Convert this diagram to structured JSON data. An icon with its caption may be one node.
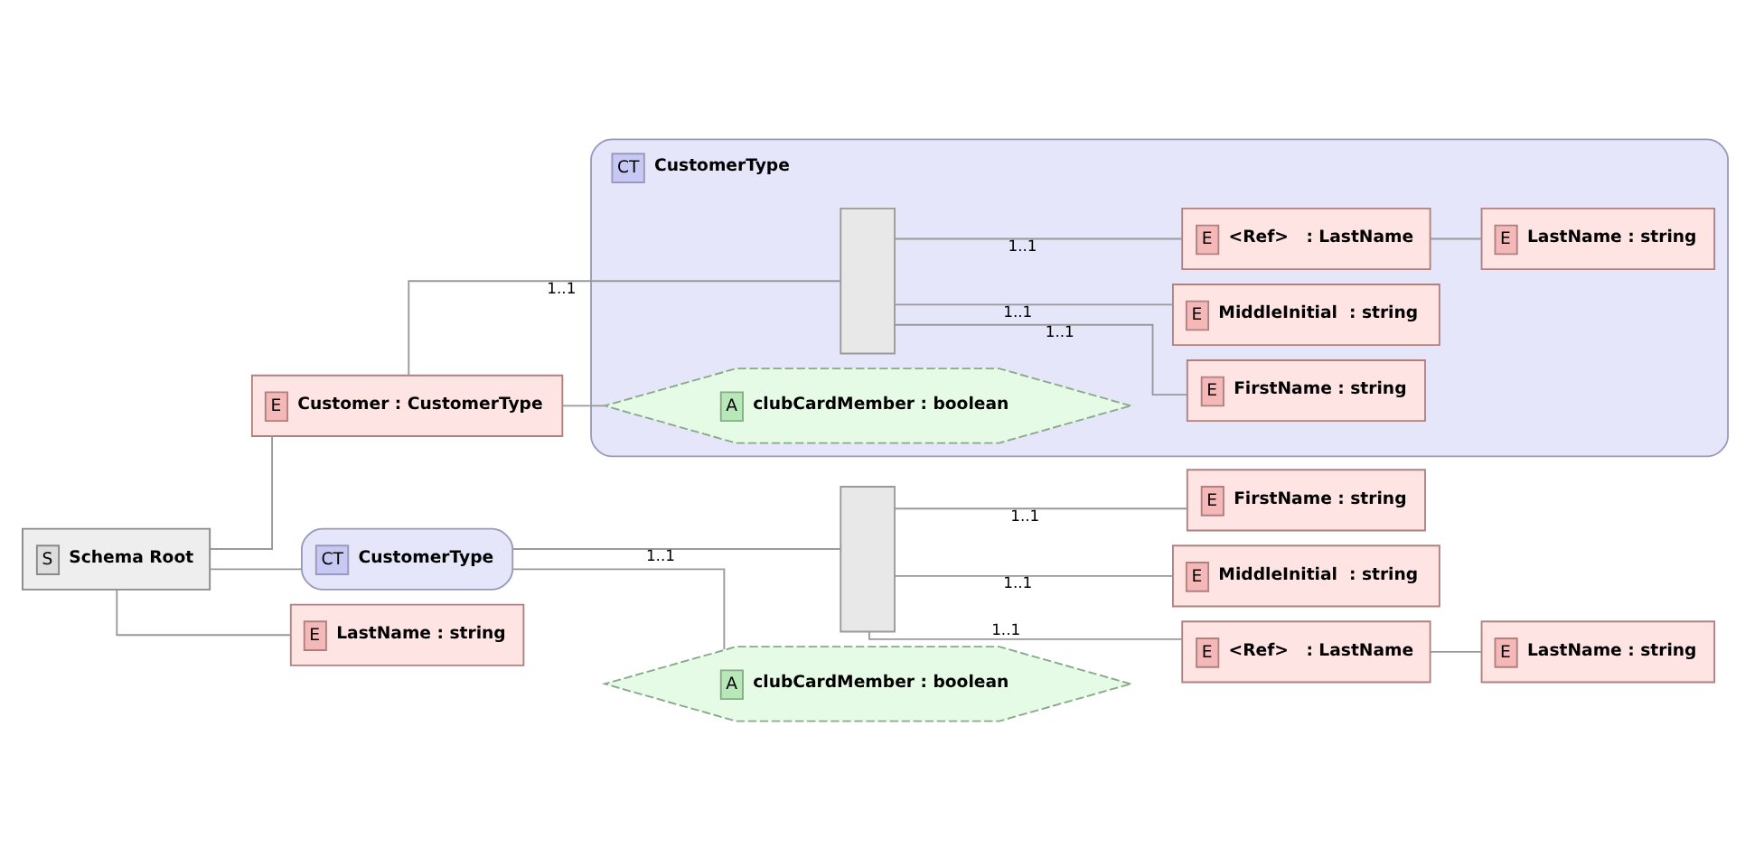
{
  "diagram": {
    "nodes": [
      {
        "text": [
          "S",
          "Schema Root"
        ]
      },
      {
        "text": [
          "E",
          "Customer : CustomerType"
        ]
      },
      {
        "text": [
          "CT",
          "CustomerType"
        ]
      },
      {
        "text": [],
        "shape": "box",
        "in": 2
      },
      {
        "text": [
          "E",
          "FirstName : string"
        ],
        "in": 2
      },
      {
        "text": [
          "E",
          "MiddleInitial  : string"
        ],
        "in": 2
      },
      {
        "text": [
          "E",
          "<Ref>   : LastName"
        ],
        "in": 2
      },
      {
        "text": [
          "E",
          "LastName : string"
        ],
        "in": 2
      },
      {
        "text": [
          "A",
          "clubCardMember : boolean"
        ],
        "in": 2
      },
      {
        "text": [
          "CT",
          "CustomerType"
        ]
      },
      {
        "text": [],
        "shape": "box"
      },
      {
        "text": [
          "E",
          "FirstName : string"
        ]
      },
      {
        "text": [
          "E",
          "MiddleInitial  : string"
        ]
      },
      {
        "text": [
          "E",
          "<Ref>   : LastName"
        ]
      },
      {
        "text": [
          "E",
          "LastName : string"
        ]
      },
      {
        "text": [
          "A",
          "clubCardMember : boolean"
        ]
      },
      {
        "text": [
          "E",
          "LastName : string"
        ]
      }
    ],
    "edges": [
      {
        "from": 0,
        "to": 1,
        "arrow": "none"
      },
      {
        "from": 1,
        "to": 3,
        "arrow": "none",
        "label": "1..1"
      },
      {
        "from": 3,
        "to": 4,
        "arrow": "none",
        "label": "1..1"
      },
      {
        "from": 3,
        "to": 5,
        "arrow": "none",
        "label": "1..1"
      },
      {
        "from": 3,
        "to": 6,
        "arrow": "none",
        "label": "1..1"
      },
      {
        "from": 6,
        "to": 7,
        "arrow": "none"
      },
      {
        "from": 1,
        "to": 8,
        "arrow": "none"
      },
      {
        "from": 0,
        "to": 9,
        "arrow": "none"
      },
      {
        "from": 9,
        "to": 10,
        "arrow": "none",
        "label": "1..1"
      },
      {
        "from": 10,
        "to": 11,
        "arrow": "none",
        "label": "1..1"
      },
      {
        "from": 10,
        "to": 12,
        "arrow": "none",
        "label": "1..1"
      },
      {
        "from": 10,
        "to": 13,
        "arrow": "none",
        "label": "1..1"
      },
      {
        "from": 13,
        "to": 14,
        "arrow": "none"
      },
      {
        "from": 9,
        "to": 15,
        "arrow": "none"
      },
      {
        "from": 0,
        "to": 16,
        "arrow": "none"
      }
    ]
  }
}
